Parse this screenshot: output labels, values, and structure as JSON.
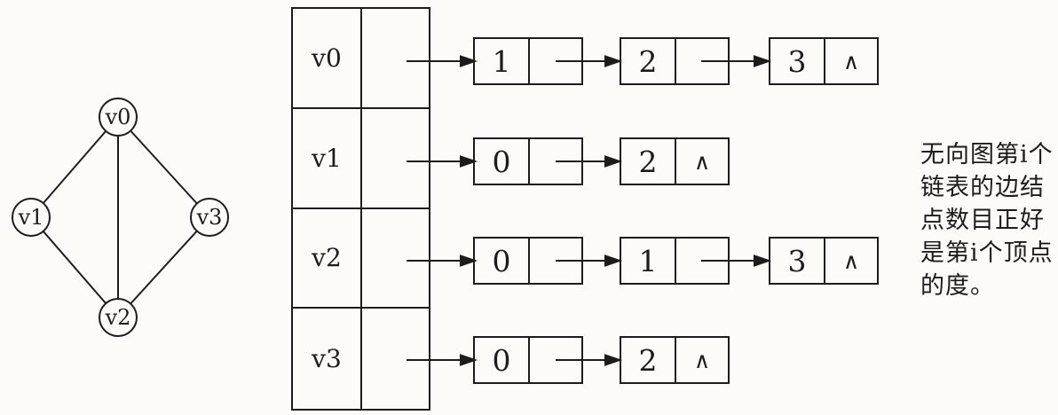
{
  "graph": {
    "vertices": [
      {
        "label": "v0"
      },
      {
        "label": "v1"
      },
      {
        "label": "v2"
      },
      {
        "label": "v3"
      }
    ],
    "edges": [
      [
        "v0",
        "v1"
      ],
      [
        "v0",
        "v2"
      ],
      [
        "v0",
        "v3"
      ],
      [
        "v1",
        "v2"
      ],
      [
        "v2",
        "v3"
      ]
    ]
  },
  "vertex_table": {
    "rows": [
      {
        "label": "v0"
      },
      {
        "label": "v1"
      },
      {
        "label": "v2"
      },
      {
        "label": "v3"
      }
    ]
  },
  "adjacency_lists": {
    "rows": [
      {
        "vertex": "v0",
        "nodes": [
          {
            "value": "1",
            "ptr": ""
          },
          {
            "value": "2",
            "ptr": ""
          },
          {
            "value": "3",
            "ptr": "∧"
          }
        ]
      },
      {
        "vertex": "v1",
        "nodes": [
          {
            "value": "0",
            "ptr": ""
          },
          {
            "value": "2",
            "ptr": "∧"
          }
        ]
      },
      {
        "vertex": "v2",
        "nodes": [
          {
            "value": "0",
            "ptr": ""
          },
          {
            "value": "1",
            "ptr": ""
          },
          {
            "value": "3",
            "ptr": "∧"
          }
        ]
      },
      {
        "vertex": "v3",
        "nodes": [
          {
            "value": "0",
            "ptr": ""
          },
          {
            "value": "2",
            "ptr": "∧"
          }
        ]
      }
    ]
  },
  "caption": {
    "lines": [
      "无向图第i个",
      "链表的边结",
      "点数目正好",
      "是第i个顶点",
      "的度。"
    ],
    "text": "无向图第i个链表的边结点数目正好是第i个顶点的度。"
  },
  "colors": {
    "ink": "#1c1c1c",
    "background": "#fcfbf7"
  }
}
